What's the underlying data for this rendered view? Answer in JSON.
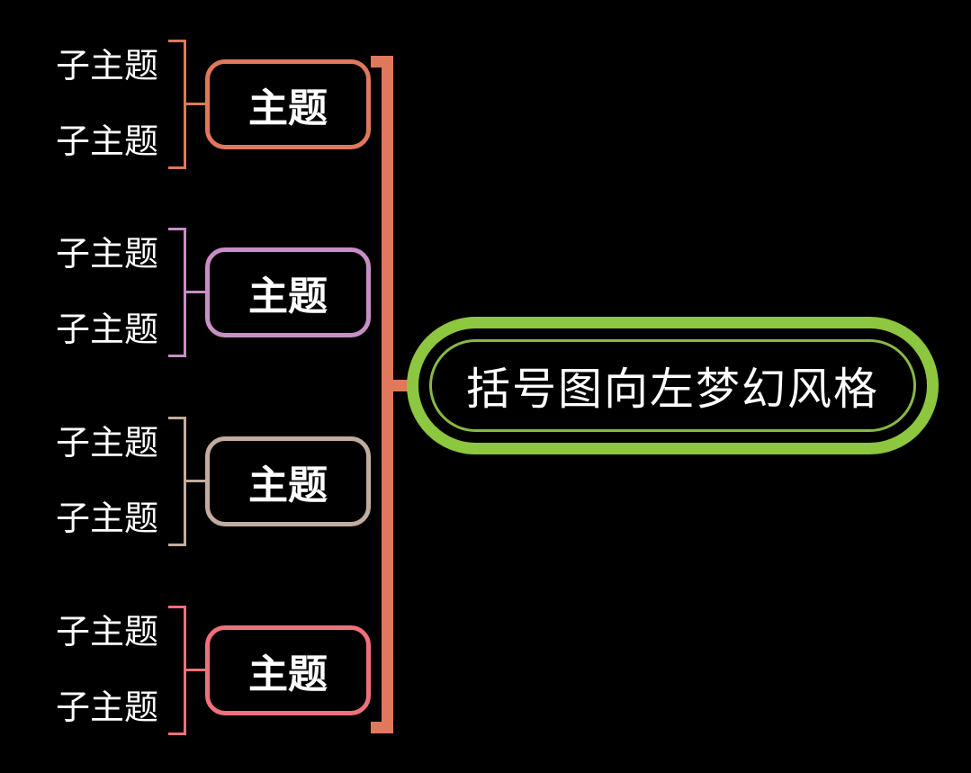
{
  "canvas": {
    "background": "#000000"
  },
  "central_topic": {
    "label": "括号图向左梦幻风格",
    "border_color": "#8dc63f",
    "inner_ring_color": "#88b845",
    "text_color": "#ffffff"
  },
  "main_bracket": {
    "color": "#e0785b"
  },
  "groups": [
    {
      "color": "#e0785b",
      "topic_label": "主题",
      "subtopics": [
        "子主题",
        "子主题"
      ]
    },
    {
      "color": "#c78fc3",
      "topic_label": "主题",
      "subtopics": [
        "子主题",
        "子主题"
      ]
    },
    {
      "color": "#c2ac9f",
      "topic_label": "主题",
      "subtopics": [
        "子主题",
        "子主题"
      ]
    },
    {
      "color": "#f0707b",
      "topic_label": "主题",
      "subtopics": [
        "子主题",
        "子主题"
      ]
    }
  ]
}
